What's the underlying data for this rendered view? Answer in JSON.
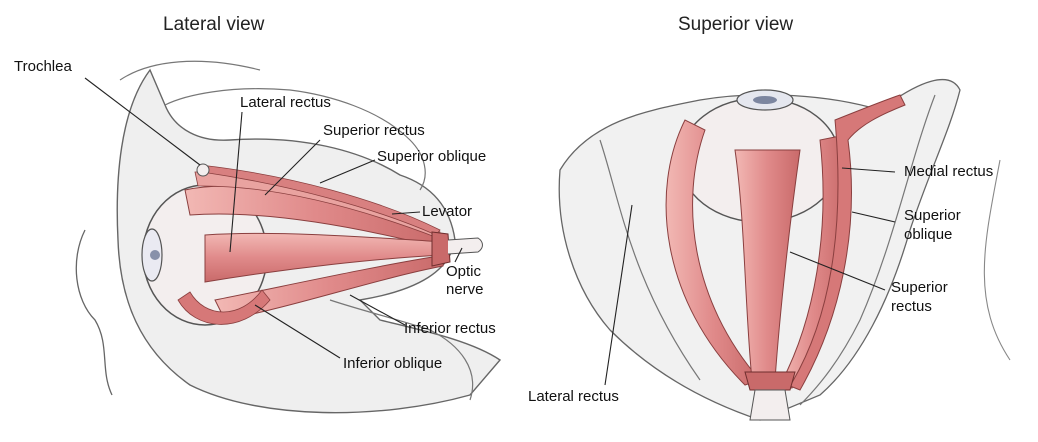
{
  "lateral": {
    "title": "Lateral view",
    "labels": {
      "trochlea": "Trochlea",
      "lateral_rectus": "Lateral rectus",
      "superior_rectus": "Superior rectus",
      "superior_oblique": "Superior oblique",
      "levator": "Levator",
      "optic_nerve_line1": "Optic",
      "optic_nerve_line2": "nerve",
      "inferior_rectus": "Inferior rectus",
      "inferior_oblique": "Inferior oblique"
    }
  },
  "superior": {
    "title": "Superior view",
    "labels": {
      "medial_rectus": "Medial rectus",
      "superior_oblique_line1": "Superior",
      "superior_oblique_line2": "oblique",
      "superior_rectus_line1": "Superior",
      "superior_rectus_line2": "rectus",
      "lateral_rectus": "Lateral rectus"
    }
  },
  "colors": {
    "muscle": "#e08a8a",
    "muscle_dark": "#c96a6a",
    "bone": "#e9e9e9",
    "outline": "#555555"
  }
}
